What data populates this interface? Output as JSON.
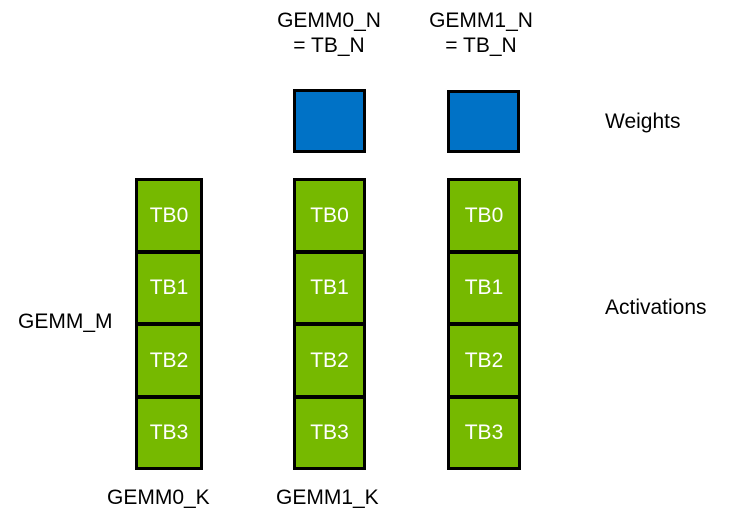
{
  "colors": {
    "weights_fill": "#0072C6",
    "activations_fill": "#76B900",
    "block_border": "#000000",
    "tb_label_text": "#FFFFFF",
    "label_text": "#000000",
    "background": "#FFFFFF"
  },
  "top_labels": [
    {
      "line1": "GEMM0_N",
      "line2": "= TB_N"
    },
    {
      "line1": "GEMM1_N",
      "line2": "= TB_N"
    }
  ],
  "side_labels": {
    "left": "GEMM_M",
    "right_weights": "Weights",
    "right_activations": "Activations"
  },
  "bottom_labels": {
    "gemm0_k": "GEMM0_K",
    "gemm1_k": "GEMM1_K"
  },
  "weights_blocks_count": 2,
  "columns": [
    {
      "blocks": [
        "TB0",
        "TB1",
        "TB2",
        "TB3"
      ]
    },
    {
      "blocks": [
        "TB0",
        "TB1",
        "TB2",
        "TB3"
      ]
    },
    {
      "blocks": [
        "TB0",
        "TB1",
        "TB2",
        "TB3"
      ]
    }
  ]
}
